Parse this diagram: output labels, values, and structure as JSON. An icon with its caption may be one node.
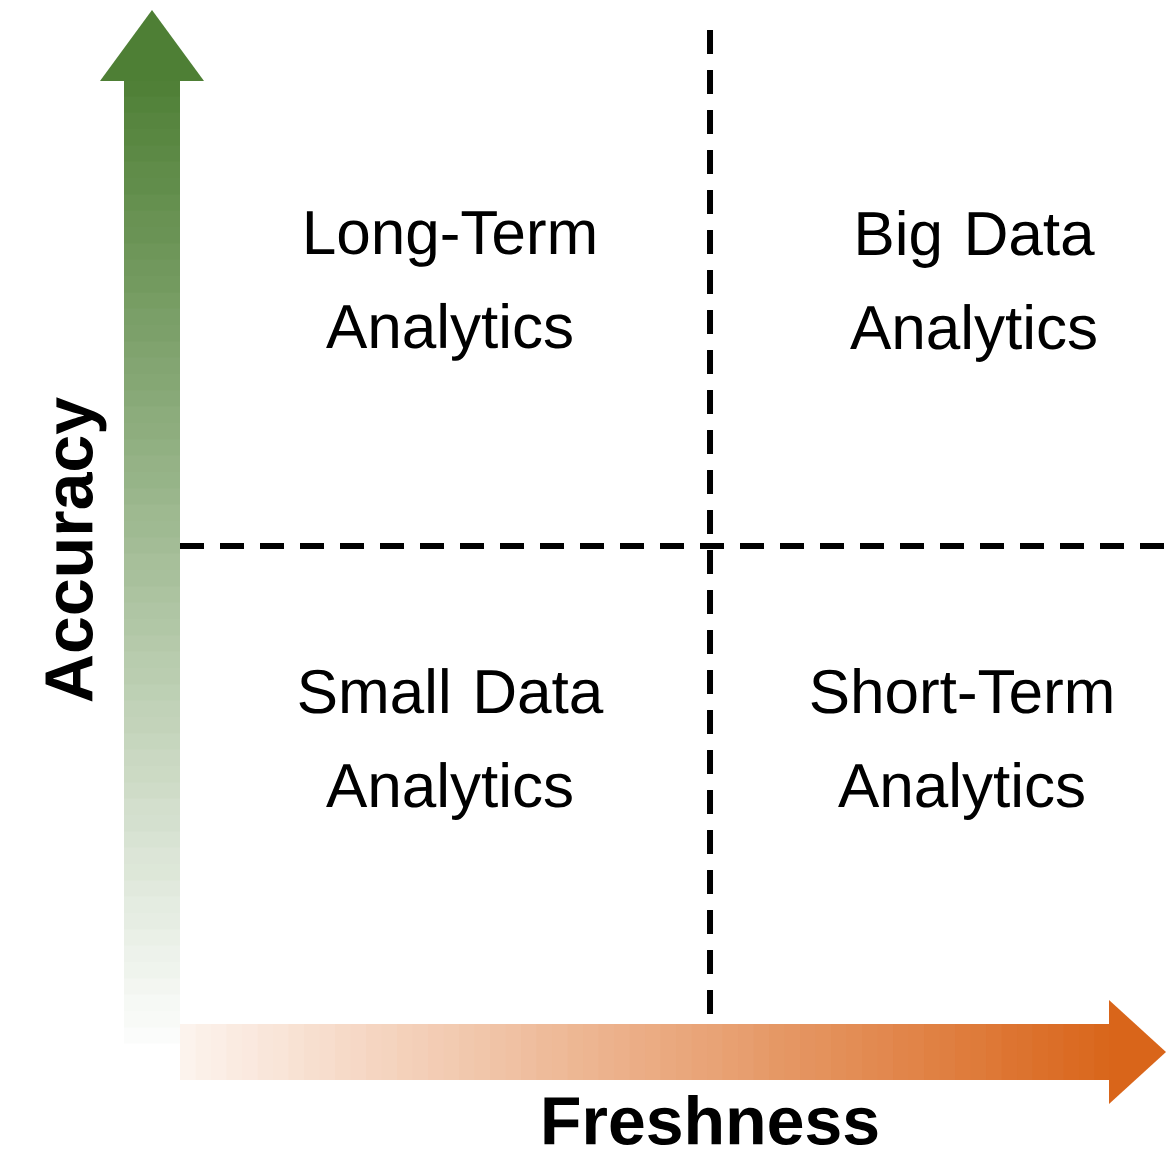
{
  "diagram": {
    "labels": [
      "Long-Term Analytics",
      "Big Data Analytics",
      "Small Data Analytics",
      "Short-Term Analytics",
      "Accuracy",
      "Freshness"
    ]
  }
}
